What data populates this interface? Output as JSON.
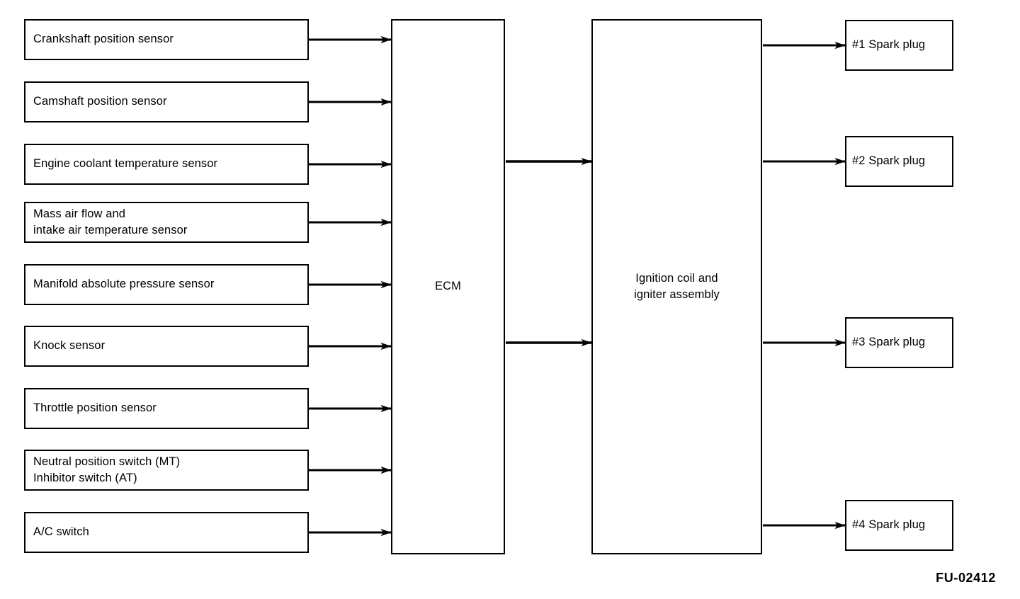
{
  "figure": {
    "reference_code": "FU-02412",
    "background_color": "#ffffff",
    "line_color": "#000000"
  },
  "inputs": {
    "group_name": "sensor-inputs",
    "items": [
      {
        "label": "Crankshaft position sensor"
      },
      {
        "label": "Camshaft position sensor"
      },
      {
        "label": "Engine coolant temperature sensor"
      },
      {
        "label": "Mass air flow and\nintake air temperature sensor"
      },
      {
        "label": "Manifold absolute pressure sensor"
      },
      {
        "label": "Knock sensor"
      },
      {
        "label": "Throttle position sensor"
      },
      {
        "label": "Neutral position switch (MT)\nInhibitor switch (AT)"
      },
      {
        "label": "A/C switch"
      }
    ]
  },
  "controllers": {
    "ecm": {
      "label": "ECM"
    },
    "ignition": {
      "label": "Ignition coil and\nigniter assembly"
    }
  },
  "outputs": {
    "group_name": "spark-plug-outputs",
    "items": [
      {
        "label": "#1 Spark plug"
      },
      {
        "label": "#2 Spark plug"
      },
      {
        "label": "#3 Spark plug"
      },
      {
        "label": "#4 Spark plug"
      }
    ]
  }
}
